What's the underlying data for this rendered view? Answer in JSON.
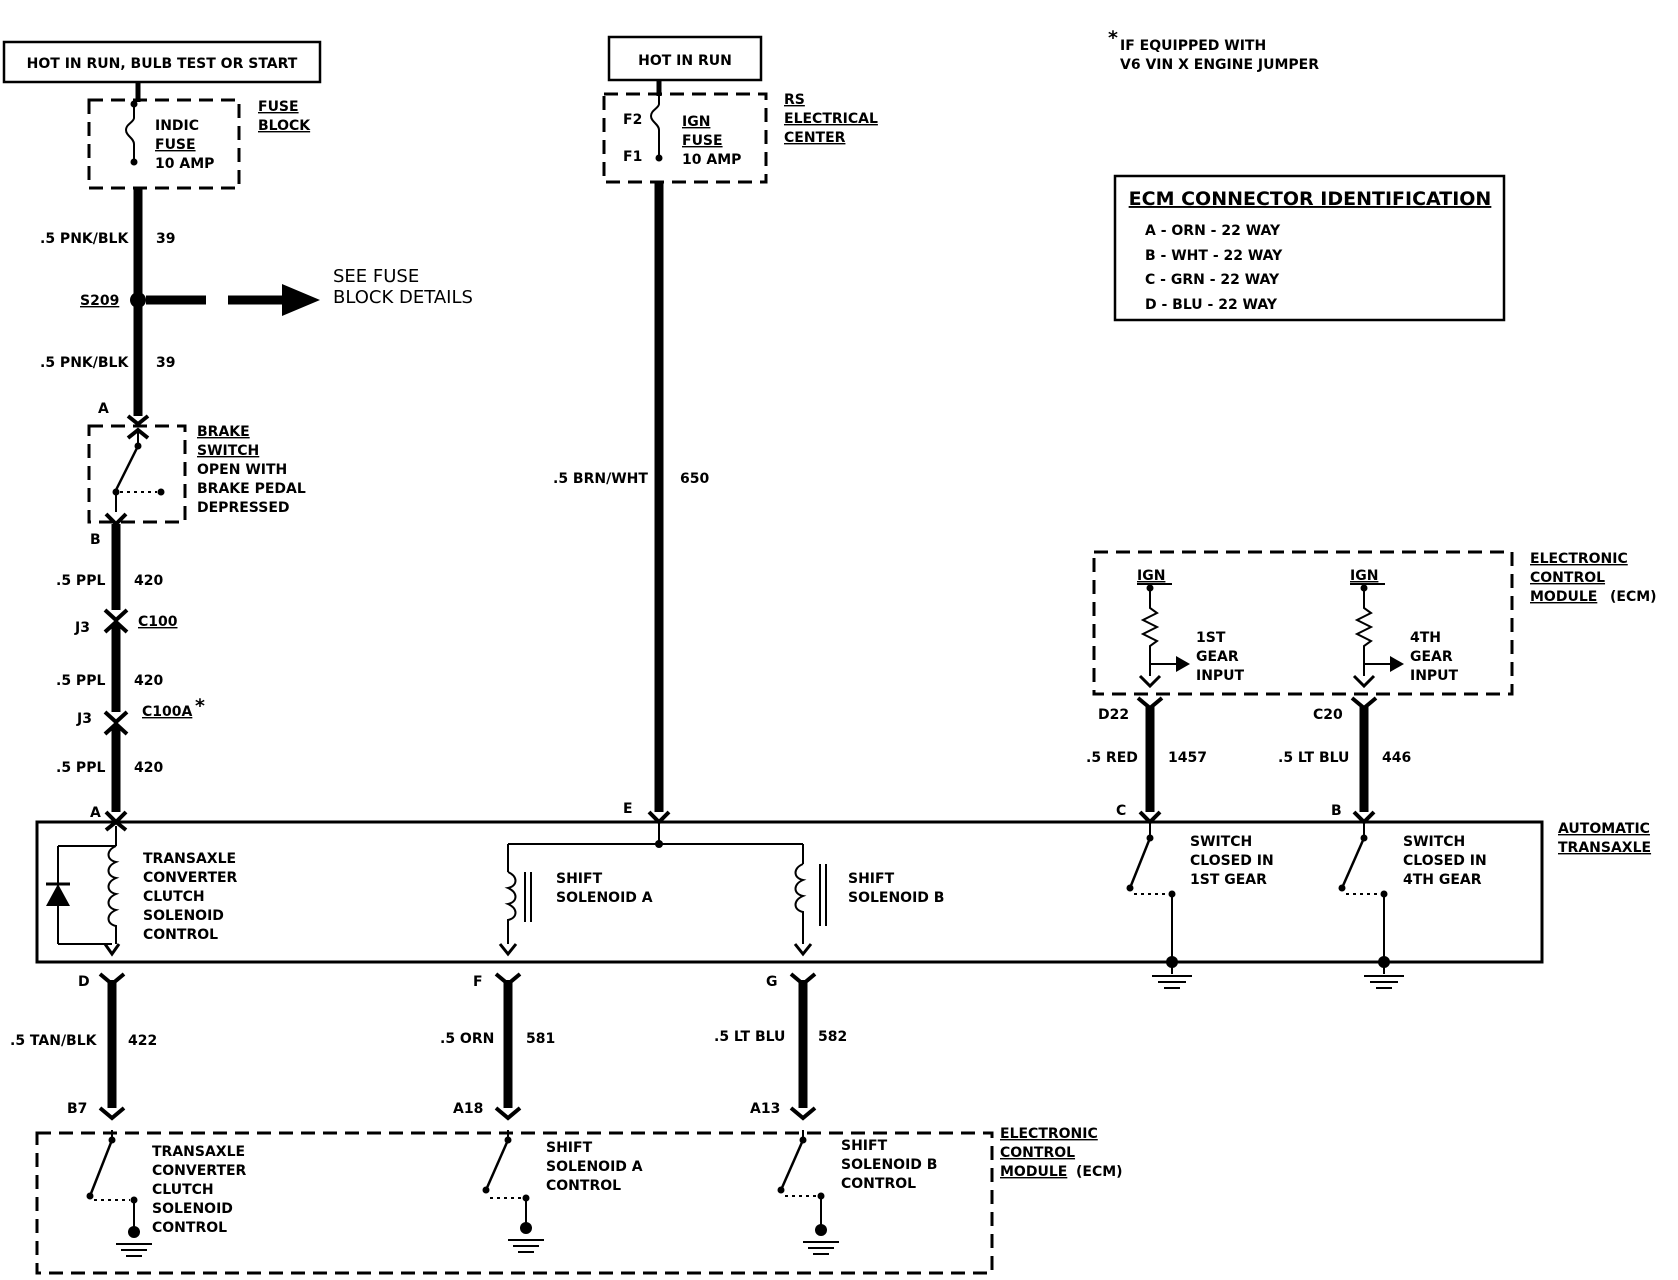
{
  "top_note": {
    "star": "*",
    "line1": "IF EQUIPPED WITH",
    "line2": "V6 VIN X ENGINE JUMPER"
  },
  "sources": {
    "left_box": "HOT IN RUN, BULB TEST OR START",
    "center_box": "HOT IN RUN"
  },
  "fuse_block": {
    "fuse_l1": "INDIC",
    "fuse_l2": "FUSE",
    "fuse_l3": "10 AMP",
    "title_l1": "FUSE",
    "title_l2": "BLOCK"
  },
  "rs_center": {
    "pin_top": "F2",
    "pin_bottom": "F1",
    "fuse_l1": "IGN",
    "fuse_l2": "FUSE",
    "fuse_l3": "10 AMP",
    "title_l1": "RS",
    "title_l2": "ELECTRICAL",
    "title_l3": "CENTER"
  },
  "ecm_connector_id": {
    "title": "ECM CONNECTOR IDENTIFICATION",
    "rows": [
      "A - ORN - 22 WAY",
      "B - WHT - 22 WAY",
      "C - GRN - 22 WAY",
      "D - BLU - 22 WAY"
    ]
  },
  "wires": {
    "w39a_gauge": ".5 PNK/BLK",
    "w39a_num": "39",
    "splice": "S209",
    "see_fuse_l1": "SEE FUSE",
    "see_fuse_l2": "BLOCK DETAILS",
    "w39b_gauge": ".5 PNK/BLK",
    "w39b_num": "39",
    "w420a_gauge": ".5 PPL",
    "w420a_num": "420",
    "w420b_gauge": ".5 PPL",
    "w420b_num": "420",
    "w420c_gauge": ".5 PPL",
    "w420c_num": "420",
    "w650_gauge": ".5 BRN/WHT",
    "w650_num": "650",
    "w1457_gauge": ".5 RED",
    "w1457_num": "1457",
    "w446_gauge": ".5 LT BLU",
    "w446_num": "446",
    "w422_gauge": ".5 TAN/BLK",
    "w422_num": "422",
    "w581_gauge": ".5 ORN",
    "w581_num": "581",
    "w582_gauge": ".5 LT BLU",
    "w582_num": "582"
  },
  "brake_switch": {
    "pin_a": "A",
    "pin_b": "B",
    "l1": "BRAKE",
    "l2": "SWITCH",
    "l3": "OPEN WITH",
    "l4": "BRAKE PEDAL",
    "l5": "DEPRESSED"
  },
  "connectors": {
    "c100_pin": "J3",
    "c100": "C100",
    "c100a_pin": "J3",
    "c100a": "C100A",
    "c100a_star": "*",
    "trans_a": "A",
    "trans_e": "E",
    "trans_c": "C",
    "trans_b": "B",
    "trans_d": "D",
    "trans_f": "F",
    "trans_g": "G",
    "ecm_d22": "D22",
    "ecm_c20": "C20",
    "ecm_b7": "B7",
    "ecm_a18": "A18",
    "ecm_a13": "A13"
  },
  "ecm_upper": {
    "ign1": "IGN",
    "ign2": "IGN",
    "in1_l1": "1ST",
    "in1_l2": "GEAR",
    "in1_l3": "INPUT",
    "in2_l1": "4TH",
    "in2_l2": "GEAR",
    "in2_l3": "INPUT",
    "title_l1": "ELECTRONIC",
    "title_l2": "CONTROL",
    "title_l3": "MODULE",
    "title_l3b": "(ECM)"
  },
  "transaxle": {
    "title_l1": "AUTOMATIC",
    "title_l2": "TRANSAXLE",
    "tcc_l1": "TRANSAXLE",
    "tcc_l2": "CONVERTER",
    "tcc_l3": "CLUTCH",
    "tcc_l4": "SOLENOID",
    "tcc_l5": "CONTROL",
    "sola_l1": "SHIFT",
    "sola_l2": "SOLENOID A",
    "solb_l1": "SHIFT",
    "solb_l2": "SOLENOID B",
    "sw1_l1": "SWITCH",
    "sw1_l2": "CLOSED IN",
    "sw1_l3": "1ST GEAR",
    "sw4_l1": "SWITCH",
    "sw4_l2": "CLOSED IN",
    "sw4_l3": "4TH GEAR"
  },
  "ecm_lower": {
    "tcc_l1": "TRANSAXLE",
    "tcc_l2": "CONVERTER",
    "tcc_l3": "CLUTCH",
    "tcc_l4": "SOLENOID",
    "tcc_l5": "CONTROL",
    "sa_l1": "SHIFT",
    "sa_l2": "SOLENOID A",
    "sa_l3": "CONTROL",
    "sb_l1": "SHIFT",
    "sb_l2": "SOLENOID B",
    "sb_l3": "CONTROL",
    "title_l1": "ELECTRONIC",
    "title_l2": "CONTROL",
    "title_l3": "MODULE",
    "title_l3b": "(ECM)"
  }
}
